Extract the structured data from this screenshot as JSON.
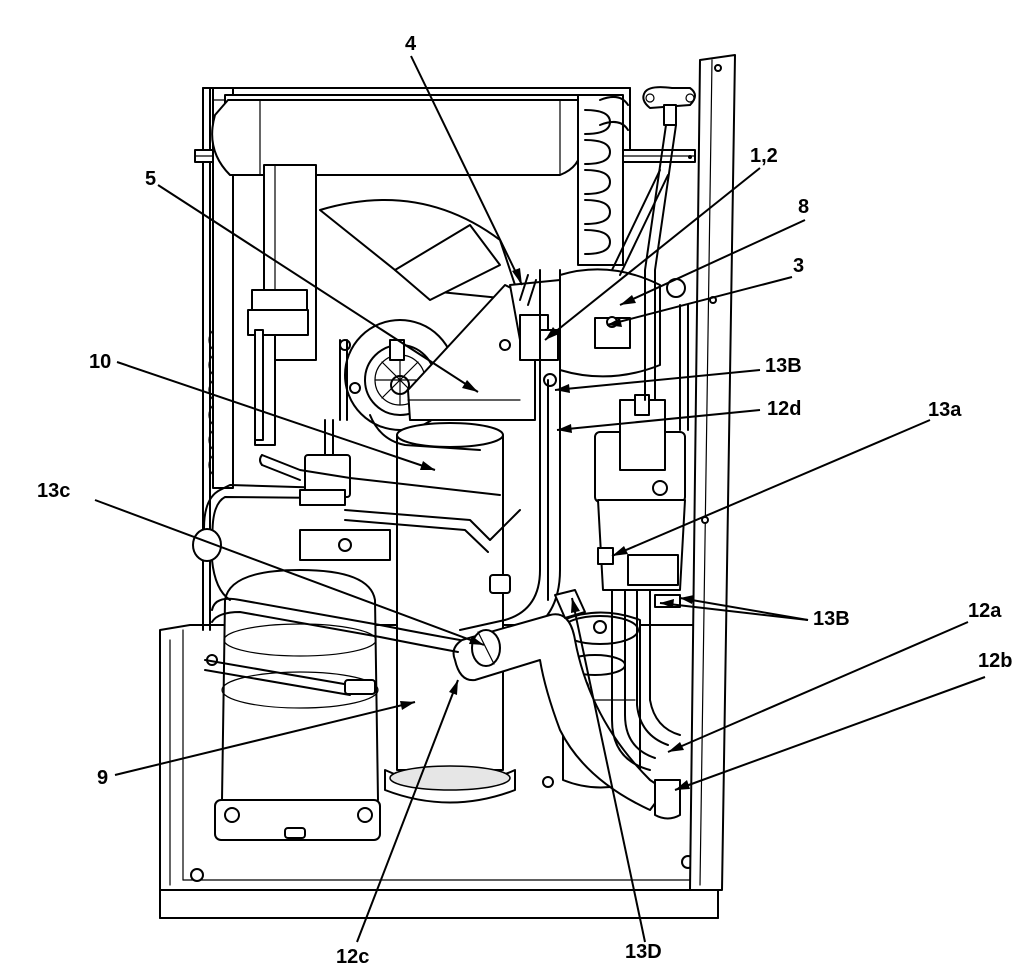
{
  "labels": {
    "l_4": "4",
    "l_12": "1,2",
    "l_5": "5",
    "l_8": "8",
    "l_3": "3",
    "l_10": "10",
    "l_13B_top": "13B",
    "l_12d": "12d",
    "l_13a": "13a",
    "l_13c": "13c",
    "l_13B_bottom": "13B",
    "l_12a": "12a",
    "l_12b": "12b",
    "l_9": "9",
    "l_12c": "12c",
    "l_13D": "13D"
  }
}
